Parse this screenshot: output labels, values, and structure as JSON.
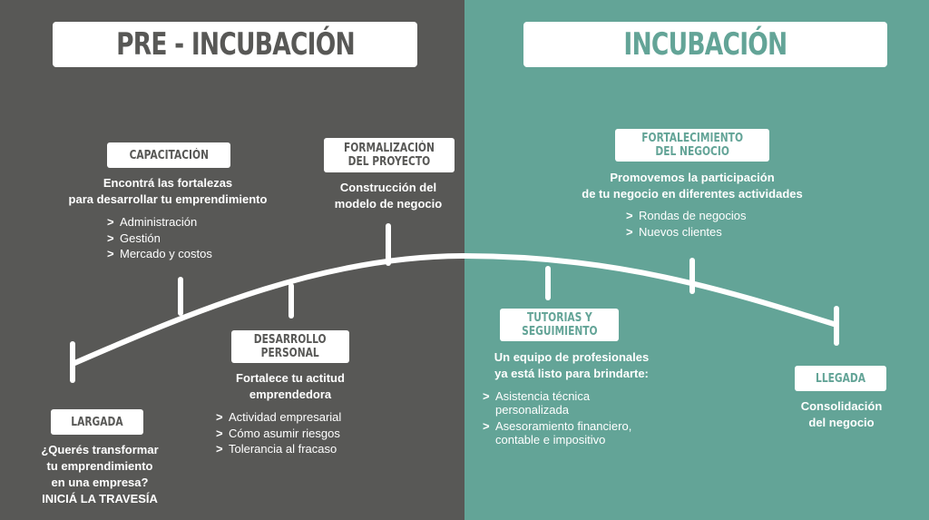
{
  "colors": {
    "left_panel": "#585856",
    "right_panel": "#63a497",
    "accent": "#ffffff"
  },
  "phases": {
    "pre": {
      "title": "PRE - INCUBACIÓN"
    },
    "inc": {
      "title": "INCUBACIÓN"
    }
  },
  "stages": {
    "largada": {
      "label": "LARGADA",
      "desc": "¿Querés transformar\ntu emprendimiento\nen una empresa?\nINICIÁ LA TRAVESÍA"
    },
    "capacitacion": {
      "label": "CAPACITACIÓN",
      "desc": "Encontrá las fortalezas\npara desarrollar tu emprendimiento",
      "items": [
        "Administración",
        "Gestión",
        "Mercado y costos"
      ]
    },
    "desarrollo": {
      "label": "DESARROLLO\nPERSONAL",
      "desc": "Fortalece tu actitud\nemprendedora",
      "items": [
        "Actividad empresarial",
        "Cómo asumir riesgos",
        "Tolerancia al fracaso"
      ]
    },
    "formalizacion": {
      "label": "FORMALIZACIÓN\nDEL PROYECTO",
      "desc": "Construcción del\nmodelo de negocio"
    },
    "tutorias": {
      "label": "TUTORIAS Y\nSEGUIMIENTO",
      "desc": "Un equipo de profesionales\nya está listo para brindarte:",
      "items": [
        "Asistencia técnica\npersonalizada",
        "Asesoramiento financiero,\ncontable e impositivo"
      ]
    },
    "fortalecimiento": {
      "label": "FORTALECIMIENTO\nDEL NEGOCIO",
      "desc": "Promovemos la participación\nde tu negocio en diferentes actividades",
      "items": [
        "Rondas de negocios",
        "Nuevos clientes"
      ]
    },
    "llegada": {
      "label": "LLEGADA",
      "desc": "Consolidación\ndel negocio"
    }
  },
  "bullet_symbol": ">"
}
